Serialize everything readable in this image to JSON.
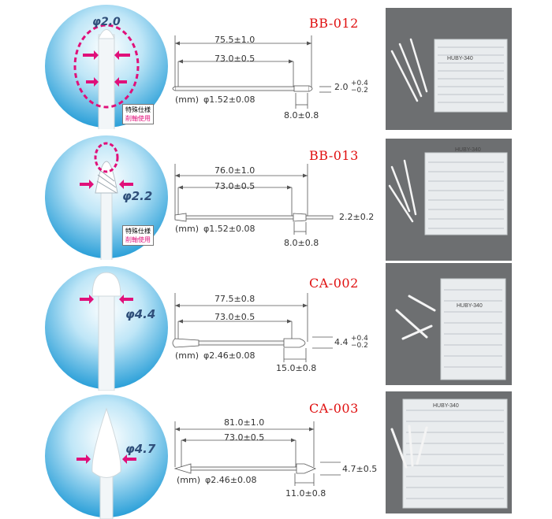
{
  "products": [
    {
      "code": "BB-012",
      "tip_diameter": "φ2.0",
      "total_length": "75.5±1.0",
      "shaft_length": "73.0±0.5",
      "shaft_diameter": "φ1.52±0.08",
      "tip_length": "8.0±0.8",
      "tip_width": "2.0",
      "tip_tol_plus": "+0.4",
      "tip_tol_minus": "−0.2",
      "unit": "(mm)",
      "note_line1": "特殊仕様",
      "note_line2": "削軸使用",
      "package_label": "HUBY-340"
    },
    {
      "code": "BB-013",
      "tip_diameter": "φ2.2",
      "total_length": "76.0±1.0",
      "shaft_length": "73.0±0.5",
      "shaft_diameter": "φ1.52±0.08",
      "tip_length": "8.0±0.8",
      "tip_width": "2.2±0.2",
      "unit": "(mm)",
      "note_line1": "特殊仕様",
      "note_line2": "削軸使用",
      "package_label": "HUBY-340"
    },
    {
      "code": "CA-002",
      "tip_diameter": "φ4.4",
      "total_length": "77.5±0.8",
      "shaft_length": "73.0±0.5",
      "shaft_diameter": "φ2.46±0.08",
      "tip_length": "15.0±0.8",
      "tip_width": "4.4",
      "tip_tol_plus": "+0.4",
      "tip_tol_minus": "−0.2",
      "unit": "(mm)",
      "package_label": "HUBY-340"
    },
    {
      "code": "CA-003",
      "tip_diameter": "φ4.7",
      "total_length": "81.0±1.0",
      "shaft_length": "73.0±0.5",
      "shaft_diameter": "φ2.46±0.08",
      "tip_length": "11.0±0.8",
      "tip_width": "4.7±0.5",
      "unit": "(mm)",
      "package_label": "HUBY-340"
    }
  ],
  "colors": {
    "code": "#e01010",
    "arrow": "#e0107a",
    "circle_blue": "#3aa9e0",
    "photo_bg": "#6d6f71"
  }
}
